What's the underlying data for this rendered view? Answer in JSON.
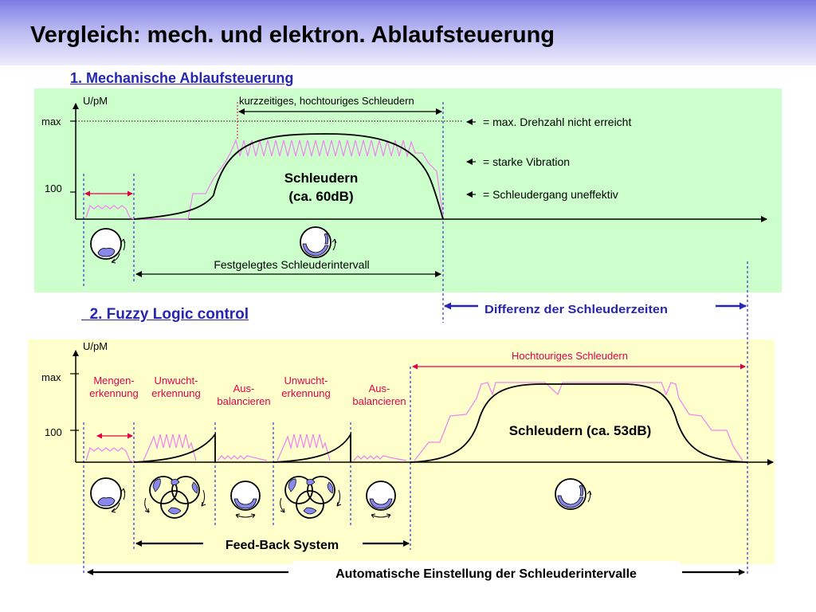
{
  "title": "Vergleich: mech. und elektron. Ablaufsteuerung",
  "colors": {
    "title_gradient_top": "#7c7ce6",
    "title_gradient_bottom": "#ececfc",
    "panel1_background": "#ccffcc",
    "panel2_background": "#ffffcc",
    "heading_color": "#2626b0",
    "red_marker": "#e0004a",
    "pink_curve": "#ee88ee",
    "blue_dashed": "#3333cc",
    "drum_load": "#8888ee"
  },
  "section1": {
    "heading": "1. Mechanische Ablaufsteuerung",
    "y_axis_label": "U/pM",
    "tick_max": "max",
    "tick_100": "100",
    "top_bracket_label": "kurzzeitiges, hochtouriges Schleudern",
    "curve_label_line1": "Schleudern",
    "curve_label_line2": "(ca. 60dB)",
    "interval_label": "Festgelegtes Schleuderintervall",
    "legend": [
      {
        "icon": "dotted-line-icon",
        "text": "= max. Drehzahl nicht erreicht"
      },
      {
        "icon": "zigzag-icon",
        "text": "= starke Vibration"
      },
      {
        "icon": "slope-icon",
        "text": "= Schleudergang uneffektiv"
      }
    ]
  },
  "difference_label": "Differenz der Schleuderzeiten",
  "section2": {
    "heading": "2. Fuzzy Logic control",
    "y_axis_label": "U/pM",
    "tick_max": "max",
    "tick_100": "100",
    "phases": [
      {
        "line1": "Mengen-",
        "line2": "erkennung"
      },
      {
        "line1": "Unwucht-",
        "line2": "erkennung"
      },
      {
        "line1": "Aus-",
        "line2": "balancieren"
      },
      {
        "line1": "Unwucht-",
        "line2": "erkennung"
      },
      {
        "line1": "Aus-",
        "line2": "balancieren"
      }
    ],
    "high_speed_label": "Hochtouriges Schleudern",
    "curve_label": "Schleudern (ca. 53dB)",
    "feedback_label": "Feed-Back System",
    "auto_label": "Automatische Einstellung der Schleuderintervalle"
  }
}
